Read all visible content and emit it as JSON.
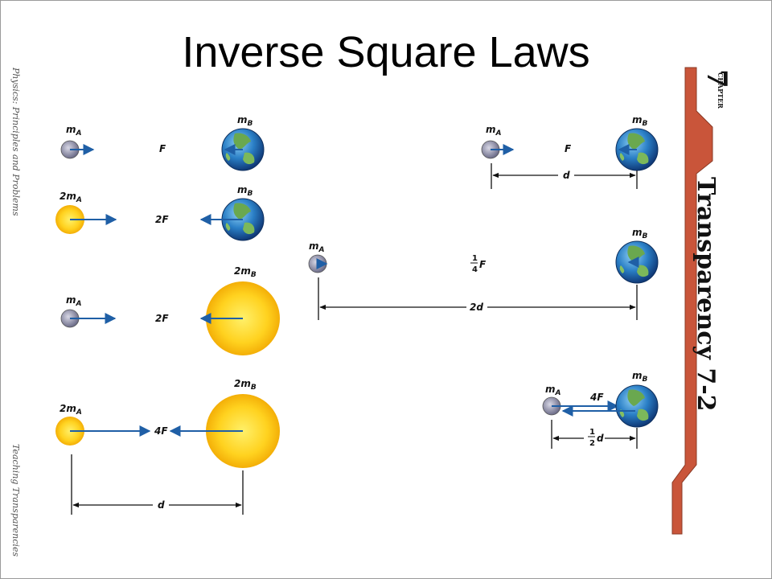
{
  "title": "Inverse Square Laws",
  "side_texts": {
    "book": "Physics: Principles and Problems",
    "teaching": "Teaching Transparencies"
  },
  "banner": {
    "chapter_label": "CHAPTER",
    "chapter_number": "7",
    "transparency": "Transparency 7-2",
    "color": "#c9553a"
  },
  "colors": {
    "arrow": "#1f5fa6",
    "sun": "#f5b400",
    "small_mass": "#8a8aa6"
  },
  "labels": {
    "mA": "m",
    "mA_sub": "A",
    "mB": "m",
    "mB_sub": "B",
    "two_mA": "2m",
    "two_mB": "2m",
    "F": "F",
    "twoF": "2F",
    "fourF": "4F",
    "quarter_num": "1",
    "quarter_den": "4",
    "d": "d",
    "two_d": "2d",
    "half_num": "1",
    "half_den": "2"
  }
}
